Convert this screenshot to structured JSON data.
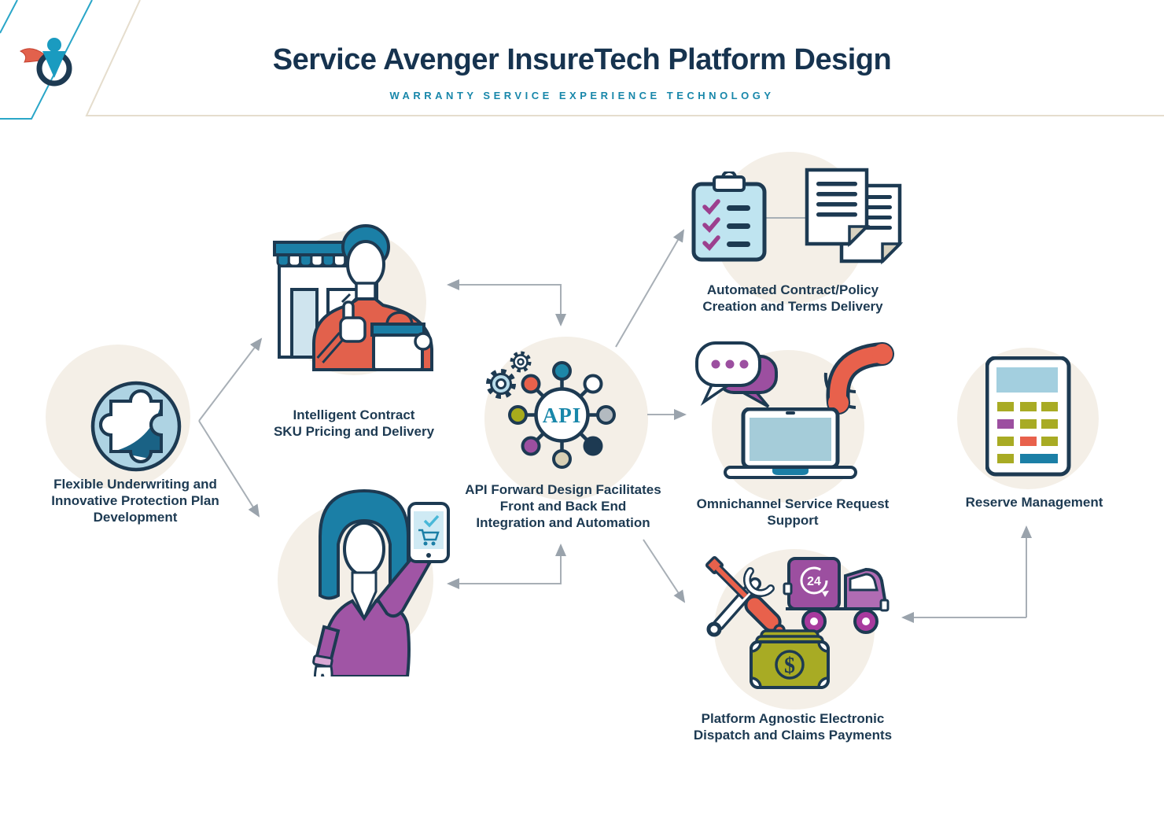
{
  "header": {
    "title": "Service Avenger InsureTech Platform Design",
    "subtitle": "WARRANTY SERVICE EXPERIENCE TECHNOLOGY"
  },
  "nodes": {
    "underwriting": {
      "label": "Flexible Underwriting and\nInnovative Protection Plan\nDevelopment"
    },
    "contract": {
      "label": "Intelligent Contract\nSKU Pricing and Delivery"
    },
    "api": {
      "label": "API Forward Design Facilitates\nFront and Back End\nIntegration and Automation",
      "hub_text": "API"
    },
    "policy": {
      "label": "Automated Contract/Policy\nCreation and Terms Delivery"
    },
    "omnichannel": {
      "label": "Omnichannel Service Request\nSupport"
    },
    "reserve": {
      "label": "Reserve Management"
    },
    "dispatch": {
      "label": "Platform Agnostic Electronic\nDispatch and Claims Payments",
      "truck_badge": "24",
      "money_symbol": "$"
    }
  },
  "colors": {
    "navy": "#1d3a52",
    "teal": "#1b7fa6",
    "accent_teal": "#1887aa",
    "red": "#e8614c",
    "purple": "#9c4fa0",
    "olive": "#a8ab24",
    "light_blue": "#b8dcea",
    "beige_circle": "#f4efe7",
    "arrow_gray": "#a8afb6"
  }
}
